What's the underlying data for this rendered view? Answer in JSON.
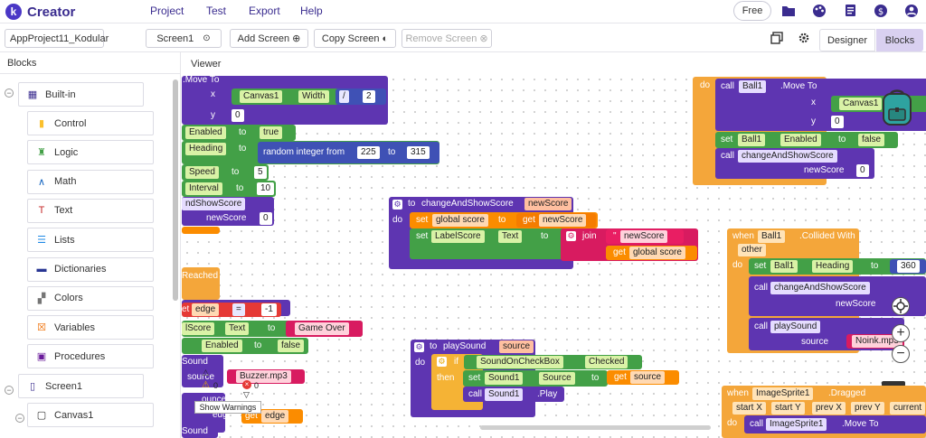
{
  "app": {
    "name": "Creator",
    "logo_letter": "k"
  },
  "menu": [
    "Project",
    "Test",
    "Export",
    "Help"
  ],
  "plan_badge": "Free",
  "top_icons": [
    "folder-icon",
    "palette-icon",
    "documents-icon",
    "dollar-icon",
    "account-icon"
  ],
  "toolbar": {
    "project_name": "AppProject11_Kodular",
    "screen": "Screen1",
    "add_screen": "Add Screen",
    "copy_screen": "Copy Screen",
    "remove_screen": "Remove Screen",
    "designer": "Designer",
    "blocks": "Blocks"
  },
  "panels": {
    "blocks_title": "Blocks",
    "viewer_title": "Viewer"
  },
  "builtin": {
    "label": "Built-in",
    "items": [
      {
        "label": "Control",
        "icon": "control-icon",
        "color": "#fbc02d"
      },
      {
        "label": "Logic",
        "icon": "logic-icon",
        "color": "#43a047"
      },
      {
        "label": "Math",
        "icon": "math-icon",
        "color": "#1565c0"
      },
      {
        "label": "Text",
        "icon": "text-icon",
        "color": "#c62828"
      },
      {
        "label": "Lists",
        "icon": "lists-icon",
        "color": "#1e88e5"
      },
      {
        "label": "Dictionaries",
        "icon": "dictionaries-icon",
        "color": "#283593"
      },
      {
        "label": "Colors",
        "icon": "colors-icon",
        "color": "#757575"
      },
      {
        "label": "Variables",
        "icon": "variables-icon",
        "color": "#ef6c00"
      },
      {
        "label": "Procedures",
        "icon": "procedures-icon",
        "color": "#6a1b9a"
      }
    ]
  },
  "components": {
    "screen": "Screen1",
    "canvas": "Canvas1"
  },
  "warnings": {
    "warn_count": "0",
    "error_count": "0",
    "show_warnings": "Show Warnings"
  },
  "blocks": {
    "b1": {
      "title": ".Move To",
      "x": "x",
      "y": "y",
      "canvas": "Canvas1",
      "width": "Width",
      "div": "/",
      "two": "2",
      "zero": "0"
    },
    "b2": {
      "enabled": "Enabled",
      "to": "to",
      "true": "true"
    },
    "b3": {
      "heading": "Heading",
      "to": "to",
      "rand": "random integer from",
      "from": "225",
      "to2": "to",
      "upto": "315"
    },
    "b4": {
      "speed": "Speed",
      "to": "to",
      "val": "5"
    },
    "b5": {
      "interval": "Interval",
      "to": "to",
      "val": "10"
    },
    "b6": {
      "proc": "ndShowScore",
      "newscore": "newScore",
      "val": "0"
    },
    "b7": {
      "reached": "Reached",
      "et": "et",
      "edge": "edge",
      "eq": "=",
      "neg1": "-1"
    },
    "b8": {
      "lscore": "lScore",
      "text": "Text",
      "to": "to",
      "gameover": "Game Over"
    },
    "b9": {
      "enabled": "Enabled",
      "to": "to",
      "false": "false"
    },
    "b10": {
      "sound": "Sound",
      "source": "source",
      "buzzer": "Buzzer.mp3",
      "ounce": "ounce",
      "edge": "edge",
      "getedge": "get",
      "edgev": "edge",
      "sound2": "Sound"
    },
    "proc1": {
      "to": "to",
      "name": "changeAndShowScore",
      "param": "newScore",
      "do": "do",
      "set": "set",
      "gscore": "global score",
      "to2": "to",
      "get": "get",
      "newscore": "newScore",
      "set2": "set",
      "label": "LabelScore",
      "text": "Text",
      "to3": "to",
      "join": "join",
      "q": "\"",
      "ns": "newScore",
      "get2": "get",
      "gs": "global score"
    },
    "proc2": {
      "to": "to",
      "name": "playSound",
      "param": "source",
      "do": "do",
      "if": "if",
      "chk": "SoundOnCheckBox",
      "checked": "Checked",
      "then": "then",
      "set": "set",
      "sound1": "Sound1",
      "source": "Source",
      "to2": "to",
      "get": "get",
      "src": "source",
      "call": "call",
      "sound1b": "Sound1",
      "play": ".Play"
    },
    "right1": {
      "do": "do",
      "call": "call",
      "ball": "Ball1",
      "moveto": ".Move To",
      "x": "x",
      "canvas": "Canvas1",
      "y": "y",
      "zero": "0",
      "set": "set",
      "ball2": "Ball1",
      "enabled": "Enabled",
      "to": "to",
      "false": "false",
      "call2": "call",
      "cas": "changeAndShowScore",
      "newscore": "newScore",
      "zero2": "0"
    },
    "right2": {
      "when": "when",
      "ball": "Ball1",
      "collided": ".Collided With",
      "other": "other",
      "do": "do",
      "set": "set",
      "ball2": "Ball1",
      "heading": "Heading",
      "to": "to",
      "val": "360",
      "call": "call",
      "cas": "changeAndShowScore",
      "newscore": "newScore",
      "call2": "call",
      "play": "playSound",
      "source": "source",
      "noink": "Noink.mp3"
    },
    "right3": {
      "when": "when",
      "sprite": "ImageSprite1",
      "dragged": ".Dragged",
      "sx": "start X",
      "sy": "start Y",
      "px": "prev X",
      "py": "prev Y",
      "cur": "current",
      "do": "do",
      "call": "call",
      "sprite2": "ImageSprite1",
      "moveto": ".Move To"
    }
  },
  "zoom": {
    "in": "+",
    "out": "−"
  }
}
